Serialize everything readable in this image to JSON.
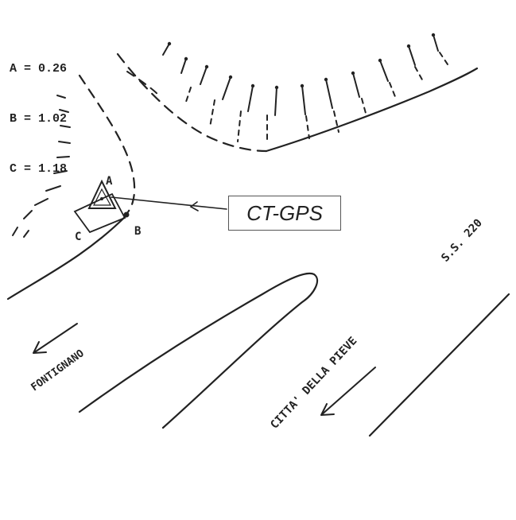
{
  "legend": {
    "rows": [
      {
        "key": "A",
        "value": "0.26",
        "text": "A = 0.26"
      },
      {
        "key": "B",
        "value": "1.02",
        "text": "B = 1.02"
      },
      {
        "key": "C",
        "value": "1.18",
        "text": "C = 1.18"
      }
    ]
  },
  "station_label": "CT-GPS",
  "point_labels": {
    "a": "A",
    "b": "B",
    "c": "C"
  },
  "road_labels": {
    "fontignano": "FONTIGNANO",
    "citta_della_pieve": "CITTA' DELLA PIEVE",
    "ss220": "S.S. 220"
  },
  "colors": {
    "ink": "#222222",
    "background": "#ffffff"
  }
}
